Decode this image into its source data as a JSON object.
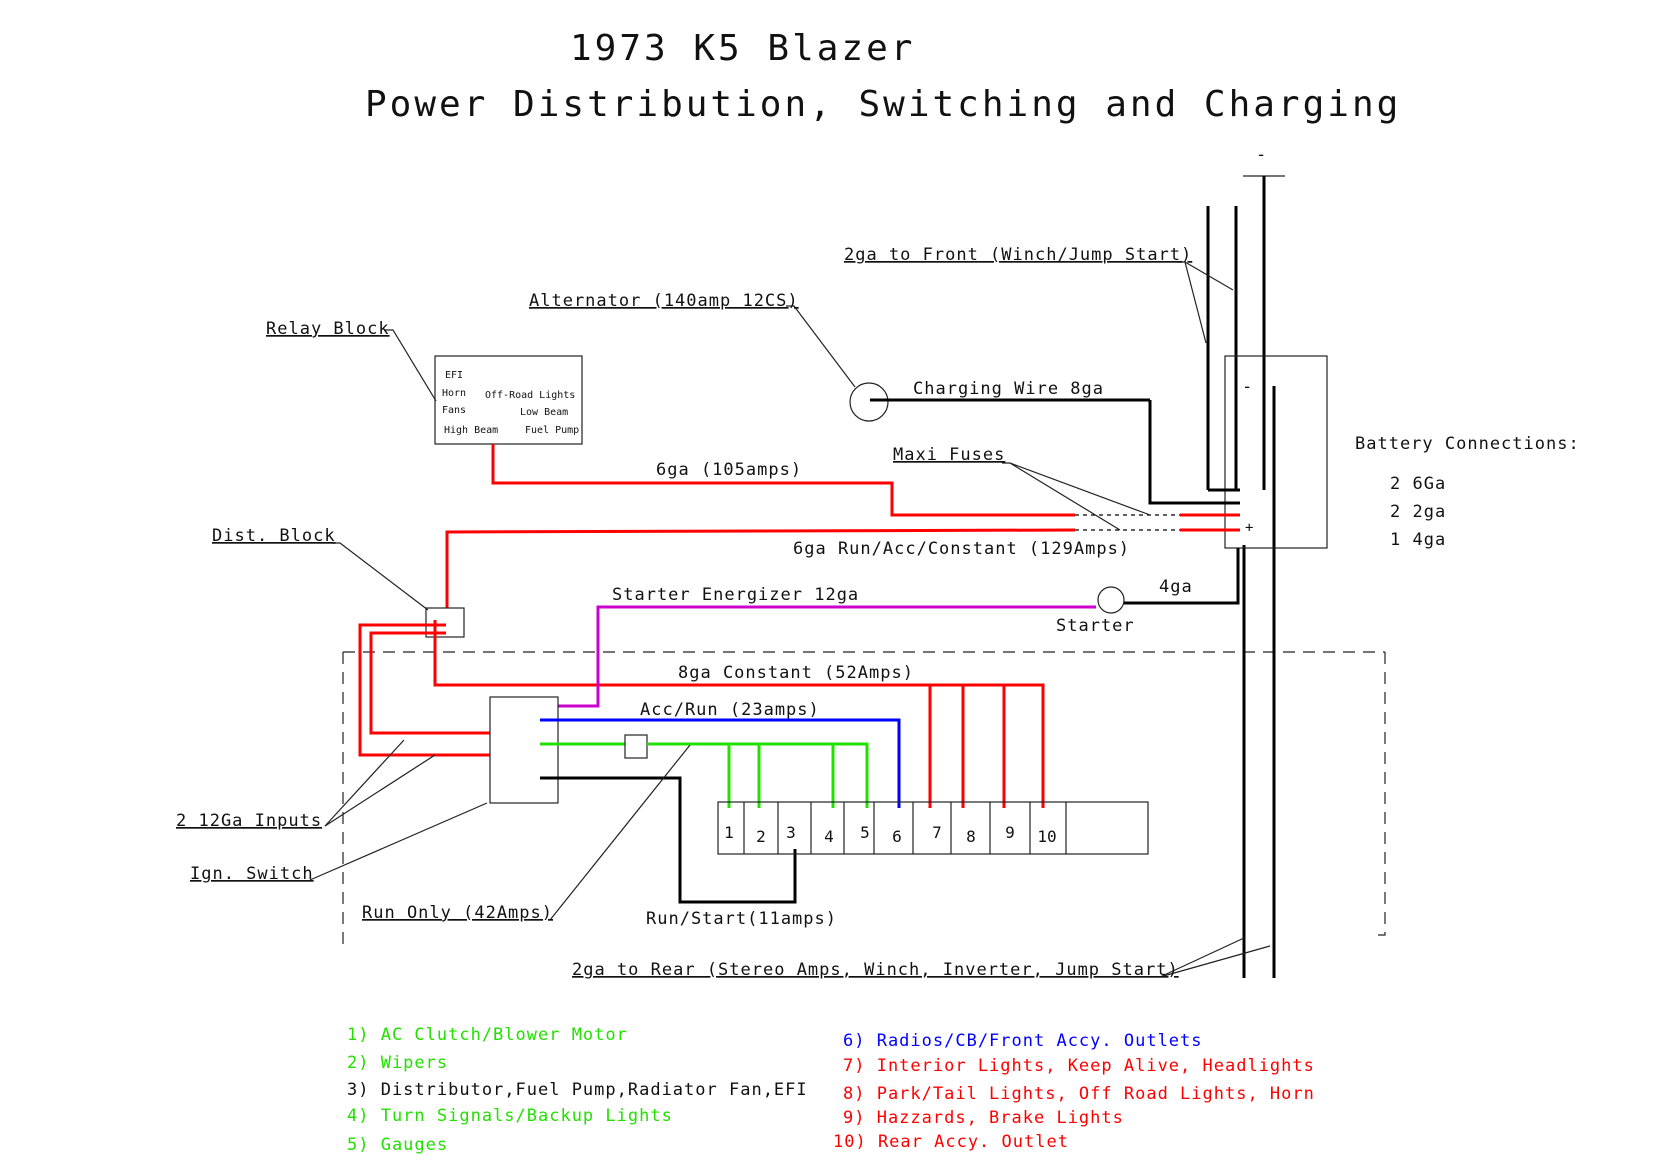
{
  "title": {
    "line1": "1973 K5 Blazer",
    "line2": "Power Distribution, Switching and Charging"
  },
  "battery_terminal_minus_top": "-",
  "battery_box": {
    "minus": "-",
    "plus": "+"
  },
  "battery_connections": {
    "heading": "Battery Connections:",
    "items": [
      "2 6Ga",
      "2 2ga",
      "1 4ga"
    ]
  },
  "labels": {
    "front": "2ga to Front (Winch/Jump Start)",
    "alternator": "Alternator (140amp 12CS)",
    "relay_block": "Relay Block",
    "charging_wire": "Charging Wire 8ga",
    "maxi_fuses": "Maxi Fuses",
    "sixga_105": "6ga (105amps)",
    "sixga_run": "6ga Run/Acc/Constant (129Amps)",
    "dist_block": "Dist. Block",
    "starter_energizer": "Starter Energizer 12ga",
    "fourga": "4ga",
    "starter": "Starter",
    "eightga_constant": "8ga Constant (52Amps)",
    "acc_run": "Acc/Run (23amps)",
    "inputs": "2 12Ga Inputs",
    "ign_switch": "Ign. Switch",
    "run_only": "Run Only (42Amps)",
    "run_start": "Run/Start(11amps)",
    "rear": "2ga to Rear (Stereo Amps, Winch, Inverter, Jump Start)"
  },
  "relay_block_items": [
    "EFI",
    "Horn",
    "Off-Road Lights",
    "Fans",
    "Low Beam",
    "High Beam",
    "Fuel Pump"
  ],
  "fuse_numbers": [
    "1",
    "2",
    "3",
    "4",
    "5",
    "6",
    "7",
    "8",
    "9",
    "10"
  ],
  "legend_left": [
    {
      "text": "1) AC Clutch/Blower Motor",
      "color": "#22e000"
    },
    {
      "text": "2) Wipers",
      "color": "#22e000"
    },
    {
      "text": "3) Distributor,Fuel Pump,Radiator Fan,EFI",
      "color": "#111111"
    },
    {
      "text": "4) Turn Signals/Backup Lights",
      "color": "#22e000"
    },
    {
      "text": "5) Gauges",
      "color": "#22e000"
    }
  ],
  "legend_right": [
    {
      "text": "6) Radios/CB/Front Accy. Outlets",
      "color": "#0000ff"
    },
    {
      "text": "7) Interior Lights, Keep Alive, Headlights",
      "color": "#ff0000"
    },
    {
      "text": "8) Park/Tail Lights, Off Road Lights, Horn",
      "color": "#ff0000"
    },
    {
      "text": "9) Hazzards, Brake Lights",
      "color": "#ff0000"
    },
    {
      "text": "10) Rear Accy. Outlet",
      "color": "#ff0000"
    }
  ],
  "wire_colors": {
    "ground": "#000000",
    "constant": "#ff0000",
    "acc": "#0000ff",
    "run": "#22e000",
    "starter": "#cc00cc"
  }
}
